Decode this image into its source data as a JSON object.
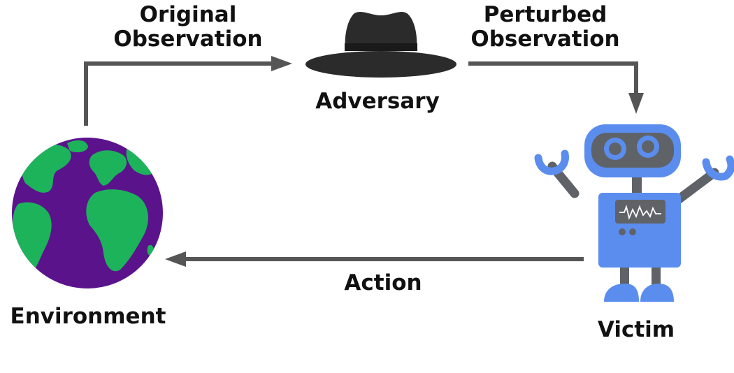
{
  "nodes": {
    "environment": {
      "label": "Environment"
    },
    "adversary": {
      "label": "Adversary"
    },
    "victim": {
      "label": "Victim"
    }
  },
  "edges": {
    "original_observation": {
      "line1": "Original",
      "line2": "Observation"
    },
    "perturbed_observation": {
      "line1": "Perturbed",
      "line2": "Observation"
    },
    "action": {
      "label": "Action"
    }
  },
  "colors": {
    "arrow": "#555555",
    "ocean": "#5b138c",
    "land": "#1db35a",
    "robot_blue": "#5b8def",
    "robot_gray": "#5f6368",
    "hat": "#2b2b2b"
  },
  "icons": [
    "globe-icon",
    "fedora-hat-icon",
    "robot-icon"
  ]
}
